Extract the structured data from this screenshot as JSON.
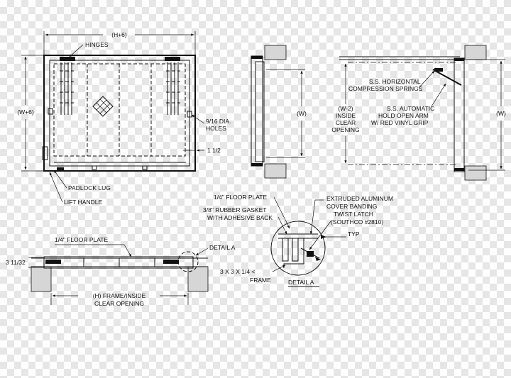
{
  "plan_view": {
    "width_dim": "(H+6)",
    "height_dim": "(W+6)",
    "hinges_label": "HINGES",
    "holes_label_line1": "9/16 DIA.",
    "holes_label_line2": "HOLES",
    "inset_dim": "1 1/2",
    "padlock_label": "PADLOCK LUG",
    "lift_label": "LIFT HANDLE"
  },
  "side_view": {
    "width_dim": "(W)"
  },
  "open_view": {
    "springs_line1": "S.S. HORIZONTAL",
    "springs_line2": "COMPRESSION SPRINGS",
    "arm_line1": "S.S. AUTOMATIC",
    "arm_line2": "HOLD OPEN ARM",
    "arm_line3": "W/ RED VINYL GRIP",
    "inside_line1": "(W-2)",
    "inside_line2": "INSIDE",
    "inside_line3": "CLEAR",
    "inside_line4": "OPENING",
    "width_dim": "(W)"
  },
  "section_view": {
    "floor_plate": "1/4\" FLOOR PLATE",
    "depth_dim": "3 11/32",
    "detail_ref": "DETAIL A",
    "frame_line1": "(H) FRAME/INSIDE",
    "frame_line2": "CLEAR OPENING"
  },
  "detail_view": {
    "floor_plate": "1/4\" FLOOR PLATE",
    "gasket_line1": "3/8\" RUBBER GASKET",
    "gasket_line2": "WITH ADHESIVE BACK",
    "banding_line1": "EXTRUDED ALUMINUM",
    "banding_line2": "COVER BANDING",
    "latch_line1": "TWIST LATCH",
    "latch_line2": "(SOUTHCO #2810)",
    "typ": "TYP",
    "angle_line1": "3 X 3 X 1/4 <",
    "angle_line2": "FRAME",
    "title": "DETAIL A"
  }
}
